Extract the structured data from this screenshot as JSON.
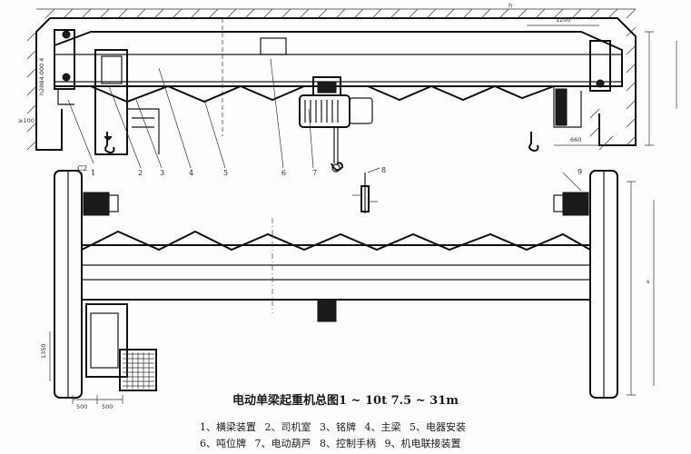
{
  "title": "电动单梁起重机总图1 ~ 10t 7.5 ~ 31m",
  "legend": {
    "row1": [
      "1、横梁装置",
      "2、司机室",
      "3、铭牌",
      "4、主梁",
      "5、电器安装"
    ],
    "row2": [
      "6、吨位牌",
      "7、电动葫芦",
      "8、控制手柄",
      "9、机电联接装置"
    ]
  },
  "callouts": [
    "1",
    "2",
    "3",
    "4",
    "5",
    "6",
    "7",
    "8",
    "9",
    "C2"
  ],
  "dimensions": {
    "top_right": "1200",
    "right_side_gap": "660",
    "left_vertical_a": "h2084.000 4",
    "left_vertical_b": "≥100",
    "bottom_left_a": "500",
    "bottom_left_b": "500",
    "left_span_label": "1350",
    "right_span_label": "s",
    "top_mark": "h"
  }
}
